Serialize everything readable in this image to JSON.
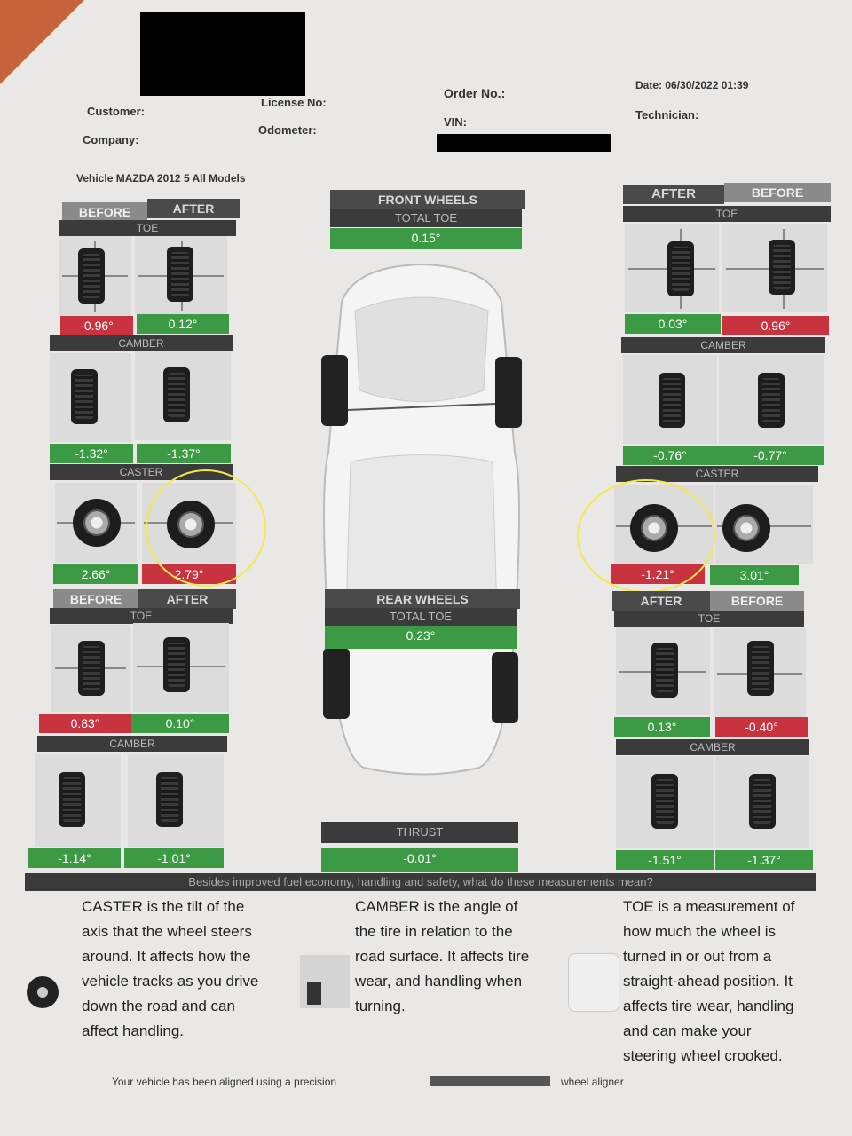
{
  "header": {
    "customer_label": "Customer:",
    "company_label": "Company:",
    "license_label": "License No:",
    "odometer_label": "Odometer:",
    "order_label": "Order No.:",
    "vin_label": "VIN:",
    "date_label": "Date: 06/30/2022 01:39",
    "technician_label": "Technician:",
    "vehicle": "Vehicle MAZDA 2012 5 All Models"
  },
  "front": {
    "title": "FRONT WHEELS",
    "total_toe_label": "TOTAL TOE",
    "total_toe": "0.15°",
    "left": {
      "before_label": "BEFORE",
      "after_label": "AFTER",
      "toe_label": "TOE",
      "toe_before": "-0.96°",
      "toe_after": "0.12°",
      "camber_label": "CAMBER",
      "camber_before": "-1.32°",
      "camber_after": "-1.37°",
      "caster_label": "CASTER",
      "caster_before": "2.66°",
      "caster_after": "2.79°"
    },
    "right": {
      "after_label": "AFTER",
      "before_label": "BEFORE",
      "toe_label": "TOE",
      "toe_after": "0.03°",
      "toe_before": "0.96°",
      "camber_label": "CAMBER",
      "camber_after": "-0.76°",
      "camber_before": "-0.77°",
      "caster_label": "CASTER",
      "caster_after": "-1.21°",
      "caster_before": "3.01°"
    }
  },
  "rear": {
    "title": "REAR WHEELS",
    "total_toe_label": "TOTAL TOE",
    "total_toe": "0.23°",
    "thrust_label": "THRUST",
    "thrust": "-0.01°",
    "left": {
      "before_label": "BEFORE",
      "after_label": "AFTER",
      "toe_label": "TOE",
      "toe_before": "0.83°",
      "toe_after": "0.10°",
      "camber_label": "CAMBER",
      "camber_before": "-1.14°",
      "camber_after": "-1.01°"
    },
    "right": {
      "after_label": "AFTER",
      "before_label": "BEFORE",
      "toe_label": "TOE",
      "toe_after": "0.13°",
      "toe_before": "-0.40°",
      "camber_label": "CAMBER",
      "camber_after": "-1.51°",
      "camber_before": "-1.37°"
    }
  },
  "explain": {
    "banner": "Besides improved fuel economy, handling and safety, what do these measurements mean?",
    "caster": [
      "CASTER is the tilt of the",
      "axis that the wheel steers",
      "around. It affects how the",
      "vehicle tracks as you drive",
      "down the road and can",
      "affect handling."
    ],
    "camber": [
      "CAMBER is the angle of",
      "the tire in relation to the",
      "road surface. It affects tire",
      "wear, and handling when",
      "turning."
    ],
    "toe": [
      "TOE is a measurement of",
      "how much the wheel is",
      "turned in or out from a",
      "straight-ahead position. It",
      "affects tire wear, handling",
      "and can make your",
      "steering wheel crooked."
    ]
  },
  "footer": "Your vehicle has been aligned using a precision",
  "footer_end": "wheel aligner",
  "colors": {
    "green": "#3c9a44",
    "red": "#c8333f",
    "annotation": "#f0ea4a"
  }
}
